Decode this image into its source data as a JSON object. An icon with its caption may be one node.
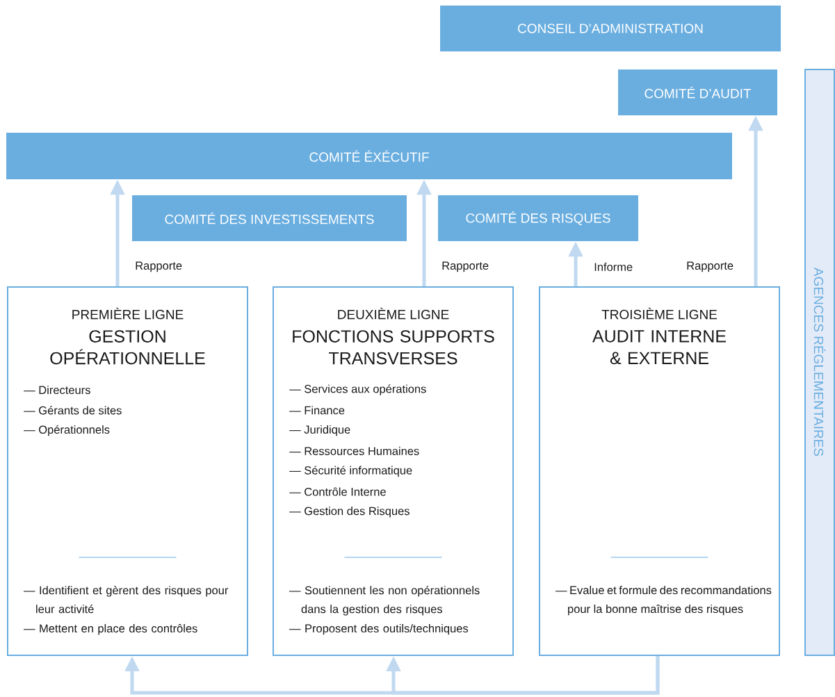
{
  "diagram": {
    "nodes": [
      {
        "text": [
          "CONSEIL D’ADMINISTRATION"
        ]
      },
      {
        "text": [
          "COMITÉ D’AUDIT"
        ]
      },
      {
        "text": [
          "COMITÉ ÉXÉCUTIF"
        ]
      },
      {
        "text": [
          "COMITÉ DES INVESTISSEMENTS"
        ]
      },
      {
        "text": [
          "COMITÉ DES RISQUES"
        ]
      },
      {
        "text": [
          "PREMIÈRE LIGNE",
          "GESTION OPÉRATIONNELLE",
          "— Directeurs",
          "— Gérants de sites",
          "— Opérationnels",
          "— Identifient et gèrent des risques pour leur activité",
          "— Mettent en place des contrôles"
        ]
      },
      {
        "text": [
          "DEUXIÈME LIGNE",
          "FONCTIONS SUPPORTS TRANSVERSES",
          "— Services aux opérations",
          "— Finance",
          "— Juridique",
          "— Ressources Humaines",
          "— Sécurité informatique",
          "— Contrôle Interne",
          "— Gestion des Risques",
          "— Soutiennent les non opérationnels dans la gestion des risques",
          "— Proposent des outils/techniques"
        ]
      },
      {
        "text": [
          "TROISIÈME LIGNE",
          "AUDIT INTERNE & EXTERNE",
          "— Evalue et formule des recommandations pour la bonne maîtrise des risques"
        ]
      },
      {
        "text": [
          "AGENCES RÉGLEMENTAIRES"
        ]
      }
    ],
    "edges": [
      {
        "from": 5,
        "to": 2,
        "arrow": "to",
        "label": "Rapporte"
      },
      {
        "from": 6,
        "to": 2,
        "arrow": "to",
        "label": "Rapporte"
      },
      {
        "from": 7,
        "to": 4,
        "arrow": "to",
        "label": "Informe"
      },
      {
        "from": 7,
        "to": 1,
        "arrow": "to",
        "label": "Rapporte"
      },
      {
        "from": 7,
        "to": 5,
        "arrow": "to"
      },
      {
        "from": 7,
        "to": 6,
        "arrow": "to"
      }
    ]
  }
}
